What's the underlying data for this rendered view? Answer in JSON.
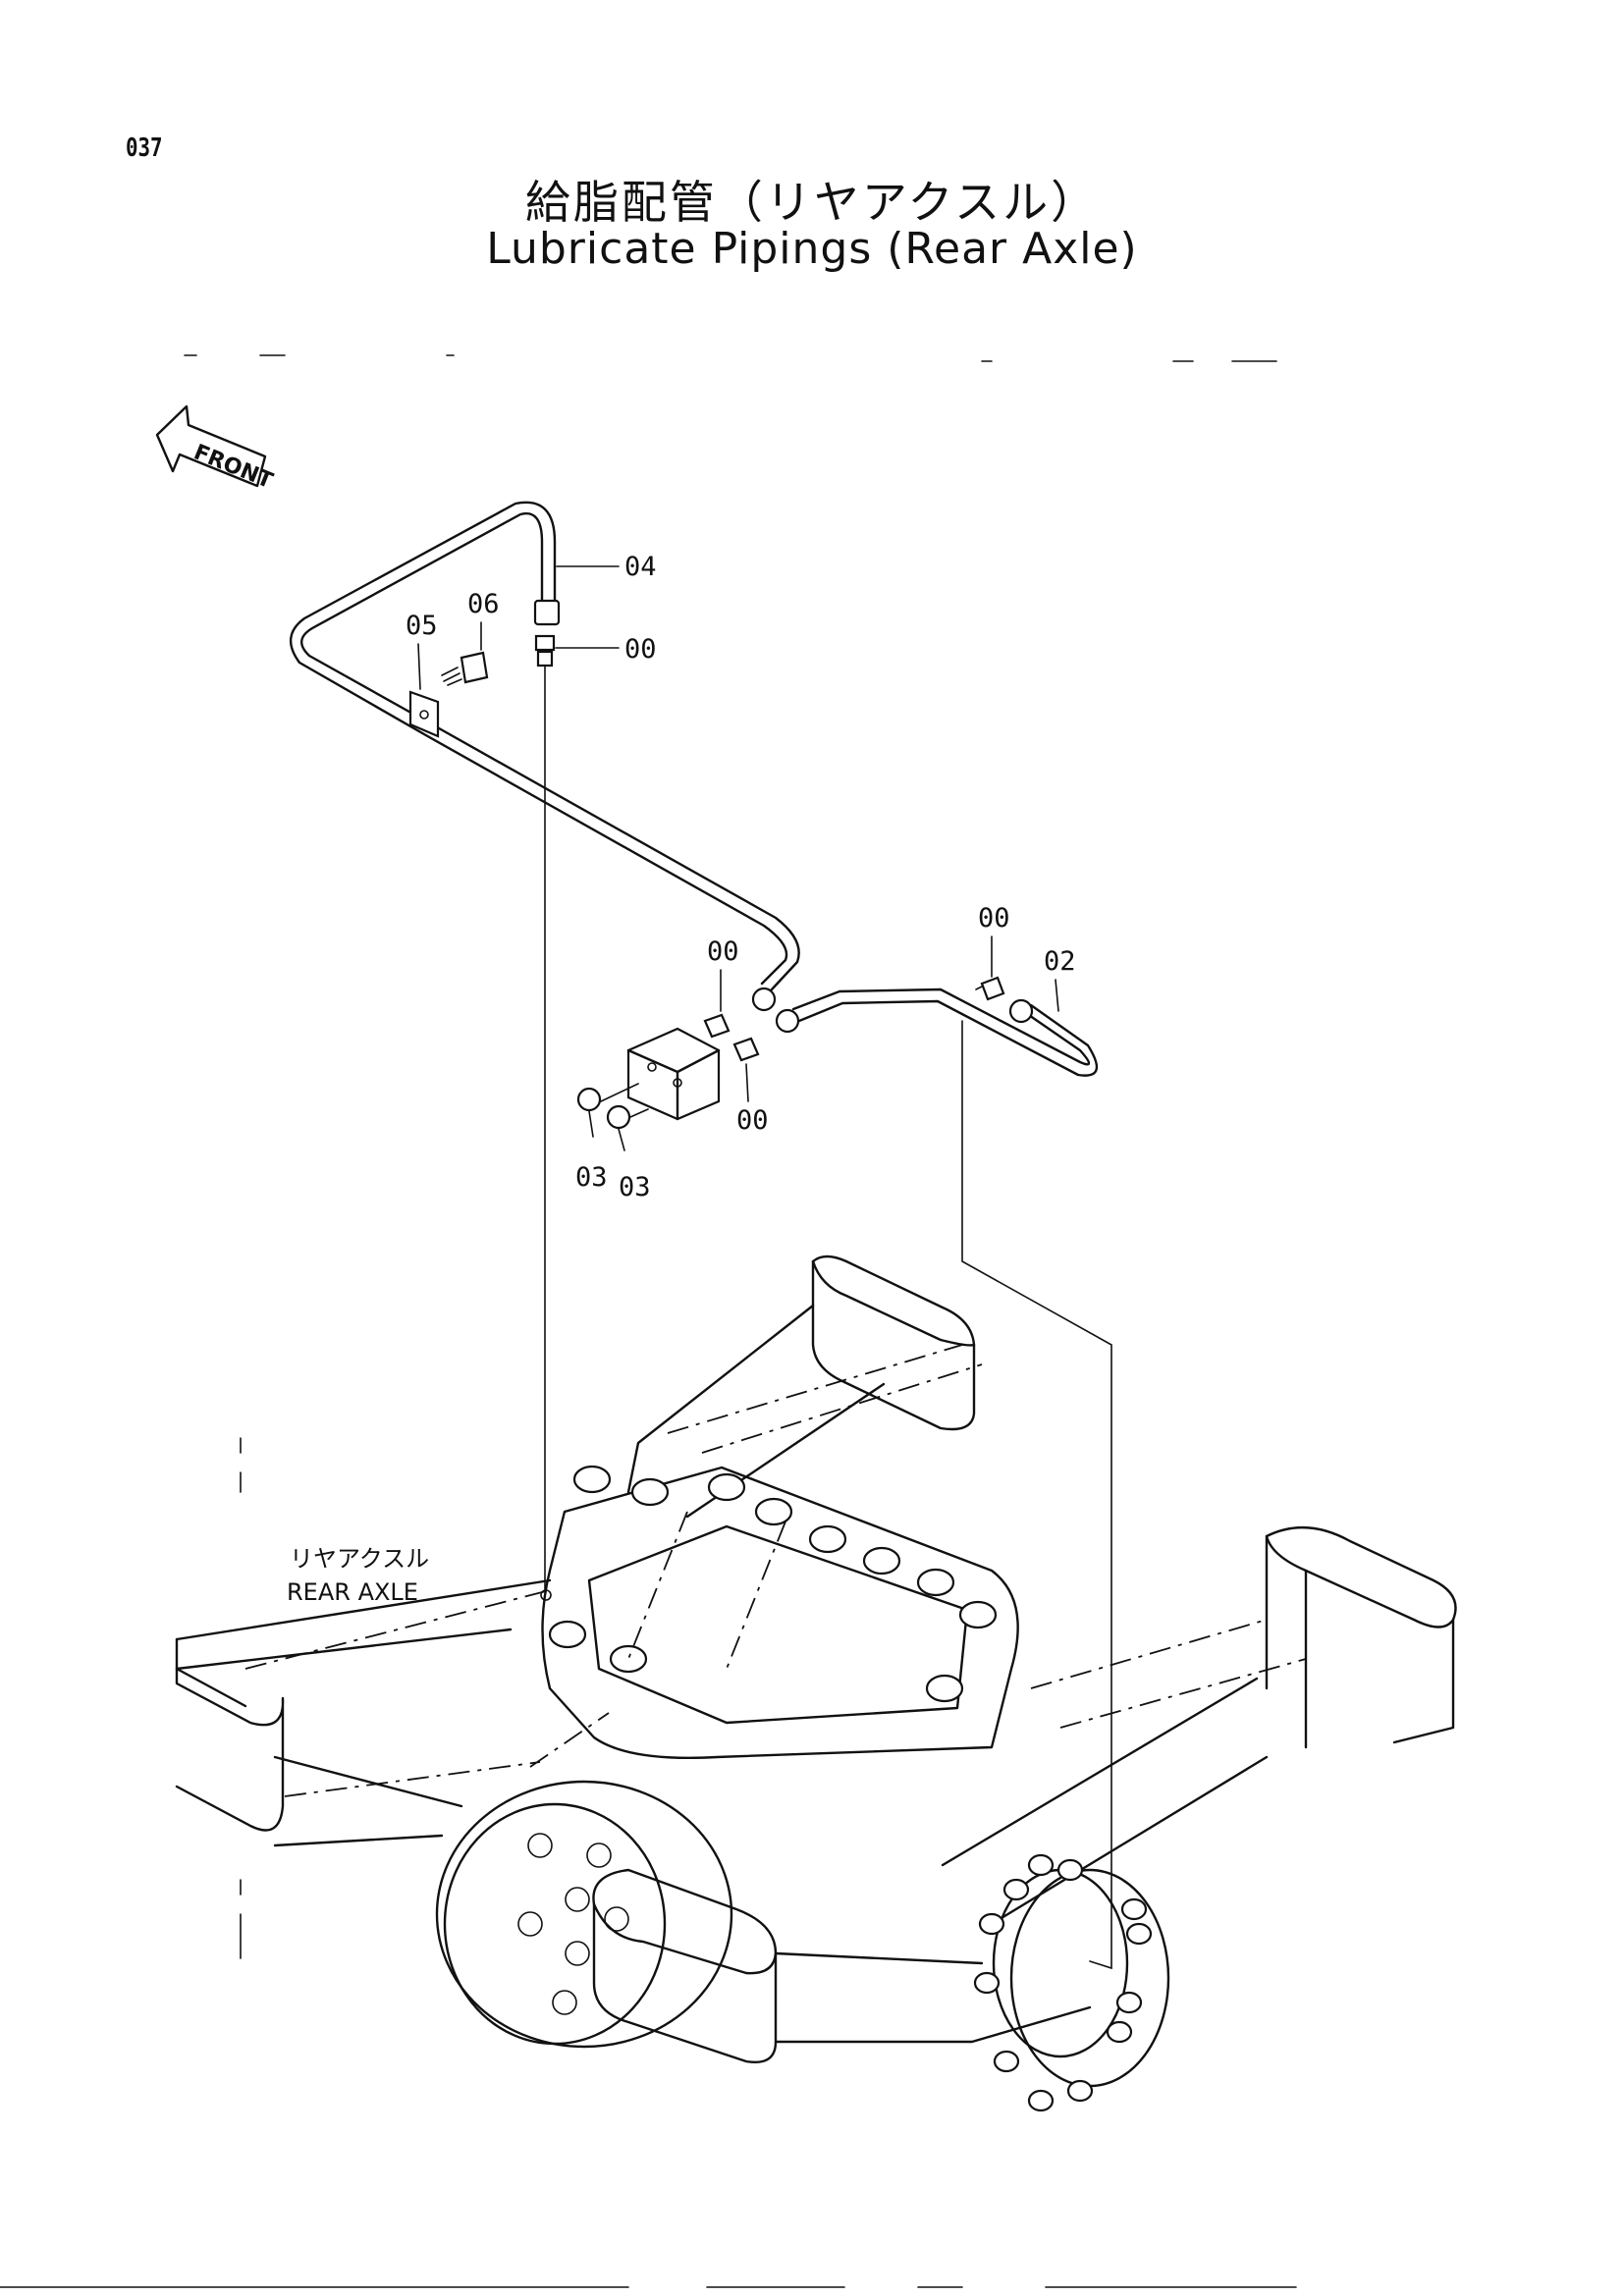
{
  "page": {
    "number": "037",
    "title_jp": "給脂配管（リヤアクスル）",
    "title_en": "Lubricate Pipings (Rear Axle)"
  },
  "orientation": {
    "arrow_label": "FRONT"
  },
  "callouts": {
    "c04": "04",
    "c06": "06",
    "c05": "05",
    "c00_top": "00",
    "c00_block_left": "00",
    "c00_block_right": "00",
    "c00_right": "00",
    "c02": "02",
    "c03_left": "03",
    "c03_right": "03"
  },
  "assembly": {
    "label_jp": "リヤアクスル",
    "label_en": "REAR AXLE"
  }
}
